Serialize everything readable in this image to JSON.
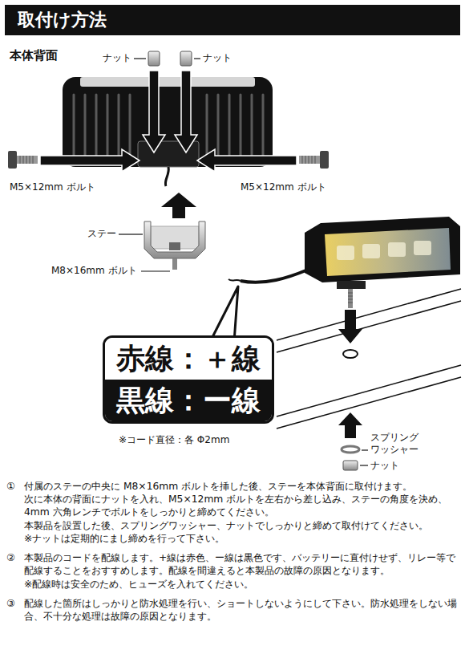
{
  "diagram": {
    "title": "取付け方法",
    "nodes": [
      {
        "text": [
          "赤線：＋線",
          "黒線：ー線"
        ]
      }
    ],
    "labels": [
      "本体背面",
      "ナット",
      "ナット",
      "M5×12mm ボルト",
      "M5×12mm ボルト",
      "ステー",
      "M8×16mm ボルト",
      "※コード直径：各 Φ2mm",
      "スプリング ワッシャー",
      "ナット",
      "①",
      "付属のステーの中央に M8×16mm ボルトを挿した後、ステーを本体背面に取付けます。",
      "次に本体の背面にナットを入れ、M5×12mm ボルトを左右から差し込み、ステーの角度を決め、4mm 六角レンチでボルトをしっかりと締めてください。",
      "本製品を設置した後、スプリングワッシャー、ナットでしっかりと締めて取付けてください。",
      "※ナットは定期的にまし締めを行って下さい。",
      "②",
      "本製品のコードを配線します。+線は赤色、ー線は黒色です、バッテリーに直付けせず、リレー等で配線することをおすすめします。配線を間違えると本製品の故障の原因となります。",
      "※配線時は安全のため、ヒューズを入れてください。",
      "③",
      "配線した箇所はしっかりと防水処理を行い、ショートしないようにして下さい。防水処理をしない場合、不十分な処理は故障の原因となります。"
    ]
  }
}
